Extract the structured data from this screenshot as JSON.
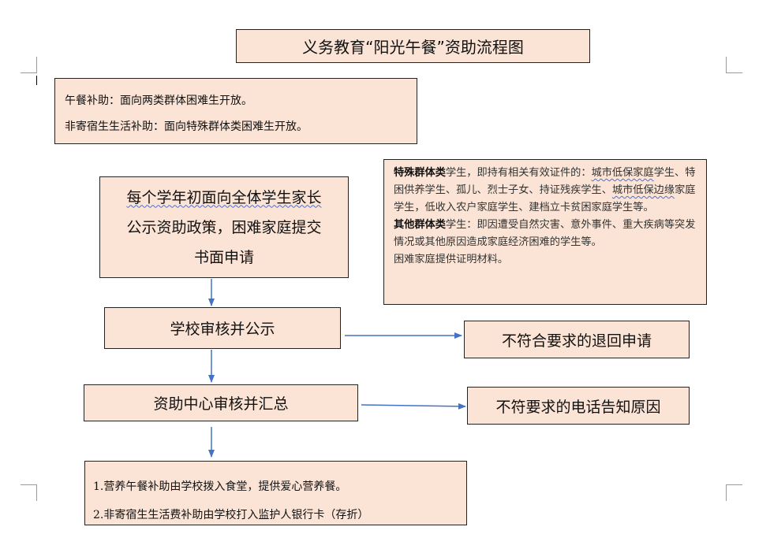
{
  "title": "义务教育“阳光午餐”资助流程图",
  "subsidy_info": {
    "line1": "午餐补助：面向两类群体困难生开放。",
    "line2": "非寄宿生生活补助：面向特殊群体类困难生开放。"
  },
  "step_apply": {
    "line1": "每个学年初面向全体学生家长",
    "line2": "公示资助政策，困难家庭提交",
    "line3": "书面申请"
  },
  "notes": {
    "special_label": "特殊群体类",
    "special_text_a": "学生，即持有相关有效证件的：",
    "special_text_b": "城市低保家庭",
    "special_text_c": "学生、特困供养学生、孤儿、烈士子女、持证残疾学生、",
    "special_text_d": "城市低保边缘",
    "special_text_e": "家庭学生，低收入农户家庭学生、建档立卡贫困家庭学生等。",
    "other_label": "其他群体类",
    "other_text": "学生：即因遭受自然灾害、意外事件、重大疾病等突发情况或其他原因造成家庭经济困难的学生等。",
    "proof_text": "困难家庭提供证明材料。"
  },
  "step_school": "学校审核并公示",
  "outcome_reject": "不符合要求的退回申请",
  "step_center": "资助中心审核并汇总",
  "outcome_notify": "不符要求的电话告知原因",
  "result": {
    "line1": "1.营养午餐补助由学校拨入食堂，提供爱心营养餐。",
    "line2": "2.非寄宿生生活费补助由学校打入监护人银行卡（存折）"
  }
}
